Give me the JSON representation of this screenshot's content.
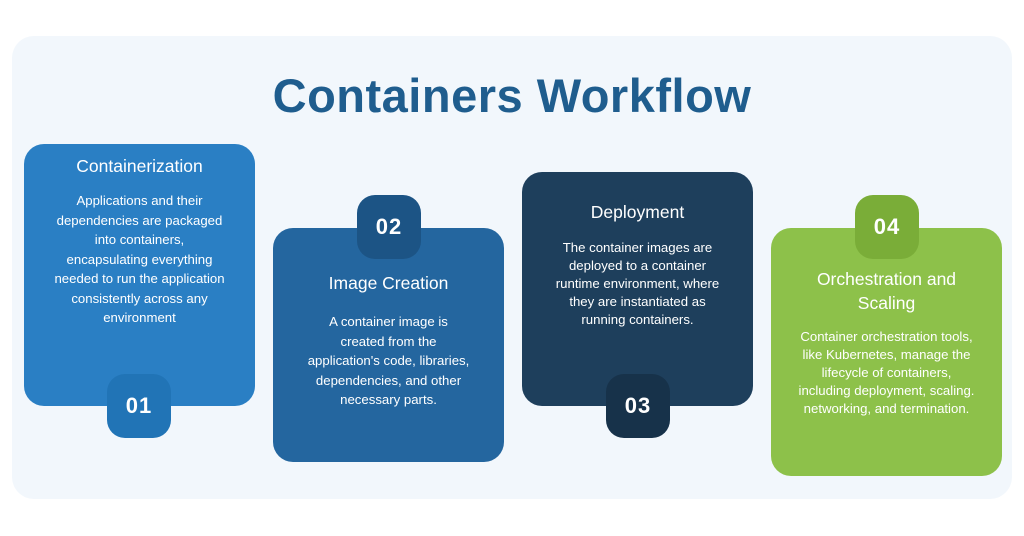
{
  "title": "Containers Workflow",
  "steps": [
    {
      "number": "01",
      "title": "Containerization",
      "description": "Applications and their dependencies are packaged into containers, encapsulating everything needed to run the application consistently across any environment",
      "color": "#2a7fc4"
    },
    {
      "number": "02",
      "title": "Image Creation",
      "description": "A container image is created from the application's code, libraries, dependencies, and other necessary parts.",
      "color": "#24669f"
    },
    {
      "number": "03",
      "title": "Deployment",
      "description": "The container images are deployed to a container runtime environment, where they are instantiated as running containers.",
      "color": "#1e3f5c"
    },
    {
      "number": "04",
      "title": "Orchestration and Scaling",
      "description": "Container orchestration tools, like Kubernetes, manage the lifecycle of containers, including deployment, scaling. networking, and termination.",
      "color": "#8dc14a"
    }
  ]
}
